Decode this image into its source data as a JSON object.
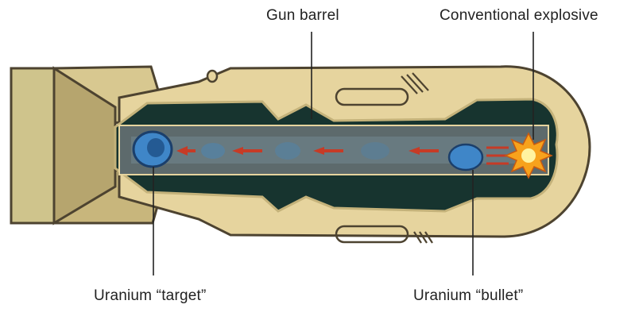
{
  "labels": {
    "gun_barrel": "Gun barrel",
    "conventional_explosive": "Conventional explosive",
    "uranium_target": "Uranium “target”",
    "uranium_bullet": "Uranium “bullet”"
  },
  "colors": {
    "casing": "#e6d49e",
    "casing_outline": "#4d4330",
    "tail_fin": "#cfc48c",
    "inner_dark": "#17342f",
    "barrel": "#5d6a6c",
    "uranium": "#3f86c8",
    "arrow": "#c63b26",
    "explosion": "#f7a21c",
    "explosion_core": "#fff3a0",
    "leader_line": "#222222"
  }
}
